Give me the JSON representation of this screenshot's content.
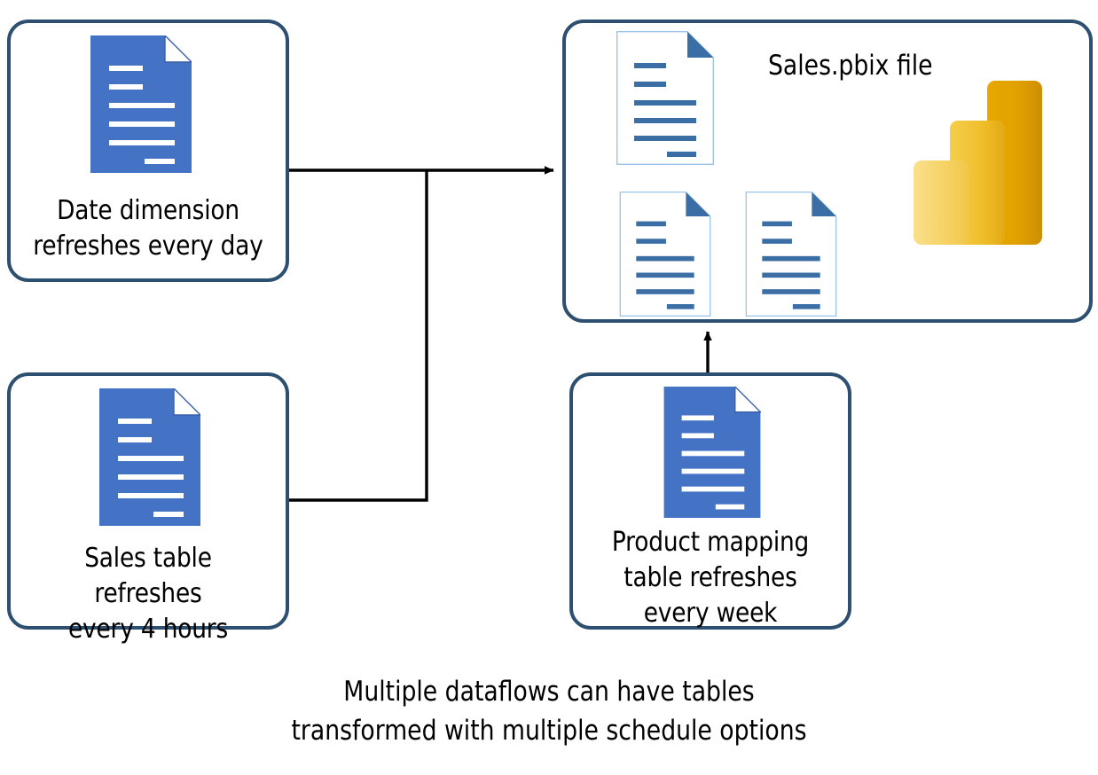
{
  "diagram": {
    "title_text": "Sales.pbix file",
    "caption": "Multiple dataflows can have tables\ntransformed with multiple schedule options",
    "colors": {
      "box_border": "#2E5070",
      "doc_blue_fill": "#4472C4",
      "doc_line_blue": "#3B6EA5",
      "doc_white_fill": "#FFFFFF",
      "doc_white_border": "#9DC3E6",
      "connector": "#000000",
      "text": "#000000",
      "powerbi_light": "#F2C94C",
      "powerbi_mid": "#EEB520",
      "powerbi_dark": "#D9A300"
    },
    "nodes": [
      {
        "id": "date-dimension",
        "label": "Date dimension\nrefreshes every day",
        "icon": "document-icon-blue"
      },
      {
        "id": "sales-table",
        "label": "Sales table refreshes\nevery 4 hours",
        "icon": "document-icon-blue"
      },
      {
        "id": "product-mapping",
        "label": "Product mapping\ntable refreshes\nevery week",
        "icon": "document-icon-blue"
      },
      {
        "id": "sales-pbix",
        "label": "Sales.pbix file",
        "icon": "power-bi-logo",
        "documents": [
          "document-icon-white-1",
          "document-icon-white-2",
          "document-icon-white-3"
        ]
      }
    ],
    "connectors": [
      {
        "id": "date-dimension-to-pbix",
        "from": "date-dimension",
        "to": "sales-pbix",
        "arrow": "right"
      },
      {
        "id": "sales-table-to-pbix",
        "from": "sales-table",
        "to": "sales-pbix",
        "arrow": "right"
      },
      {
        "id": "product-mapping-to-pbix",
        "from": "product-mapping",
        "to": "sales-pbix",
        "arrow": "up"
      }
    ]
  }
}
